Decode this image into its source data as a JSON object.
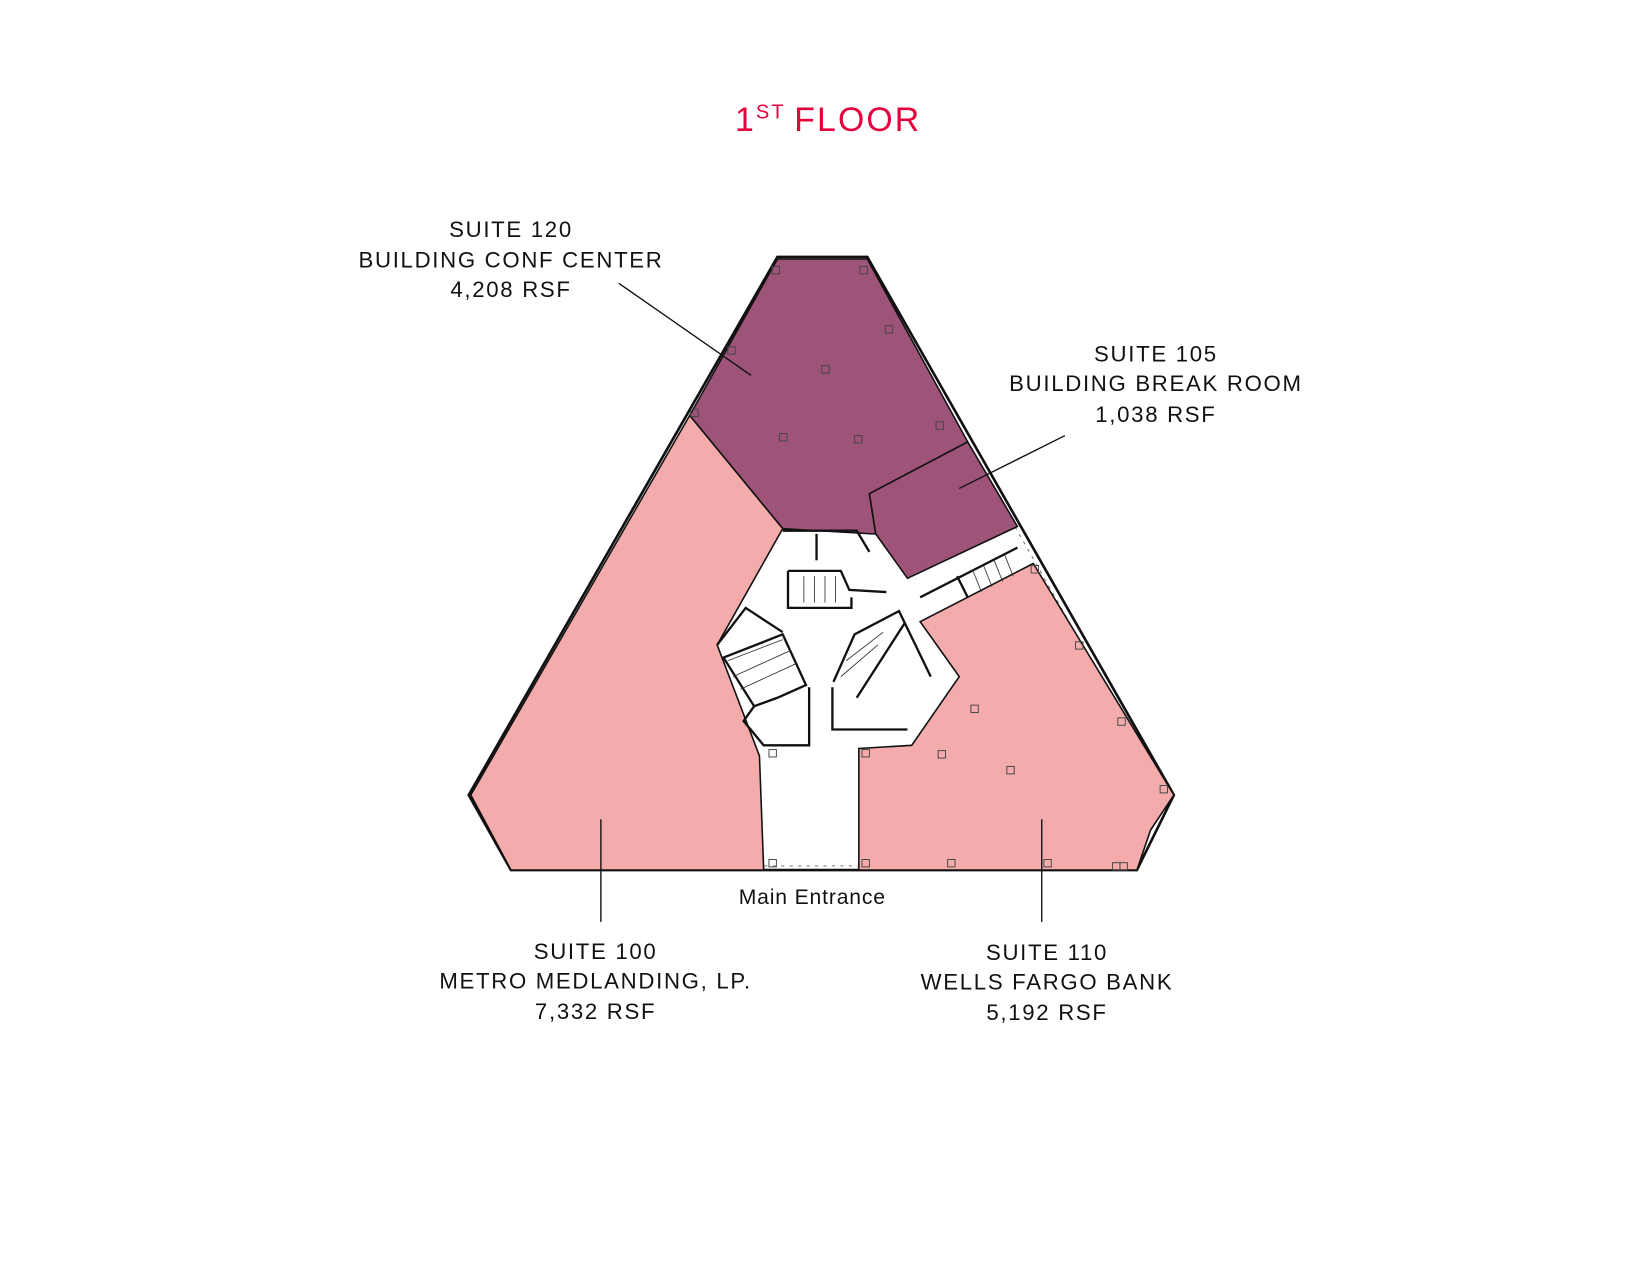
{
  "title": {
    "number": "1",
    "superscript": "ST",
    "text": "FLOOR"
  },
  "colors": {
    "title": "#e4003a",
    "purple_suite": "#9e5478",
    "pink_suite": "#f4abab",
    "outline": "#111111"
  },
  "suites": [
    {
      "id": "suite-120",
      "name": "SUITE 120",
      "tenant": "BUILDING CONF CENTER",
      "area": "4,208 RSF",
      "color": "purple"
    },
    {
      "id": "suite-105",
      "name": "SUITE 105",
      "tenant": "BUILDING BREAK ROOM",
      "area": "1,038 RSF",
      "color": "purple"
    },
    {
      "id": "suite-100",
      "name": "SUITE 100",
      "tenant": "METRO MEDLANDING, LP.",
      "area": "7,332 RSF",
      "color": "pink"
    },
    {
      "id": "suite-110",
      "name": "SUITE 110",
      "tenant": "WELLS FARGO BANK",
      "area": "5,192 RSF",
      "color": "pink"
    }
  ],
  "main_entrance": "Main Entrance"
}
